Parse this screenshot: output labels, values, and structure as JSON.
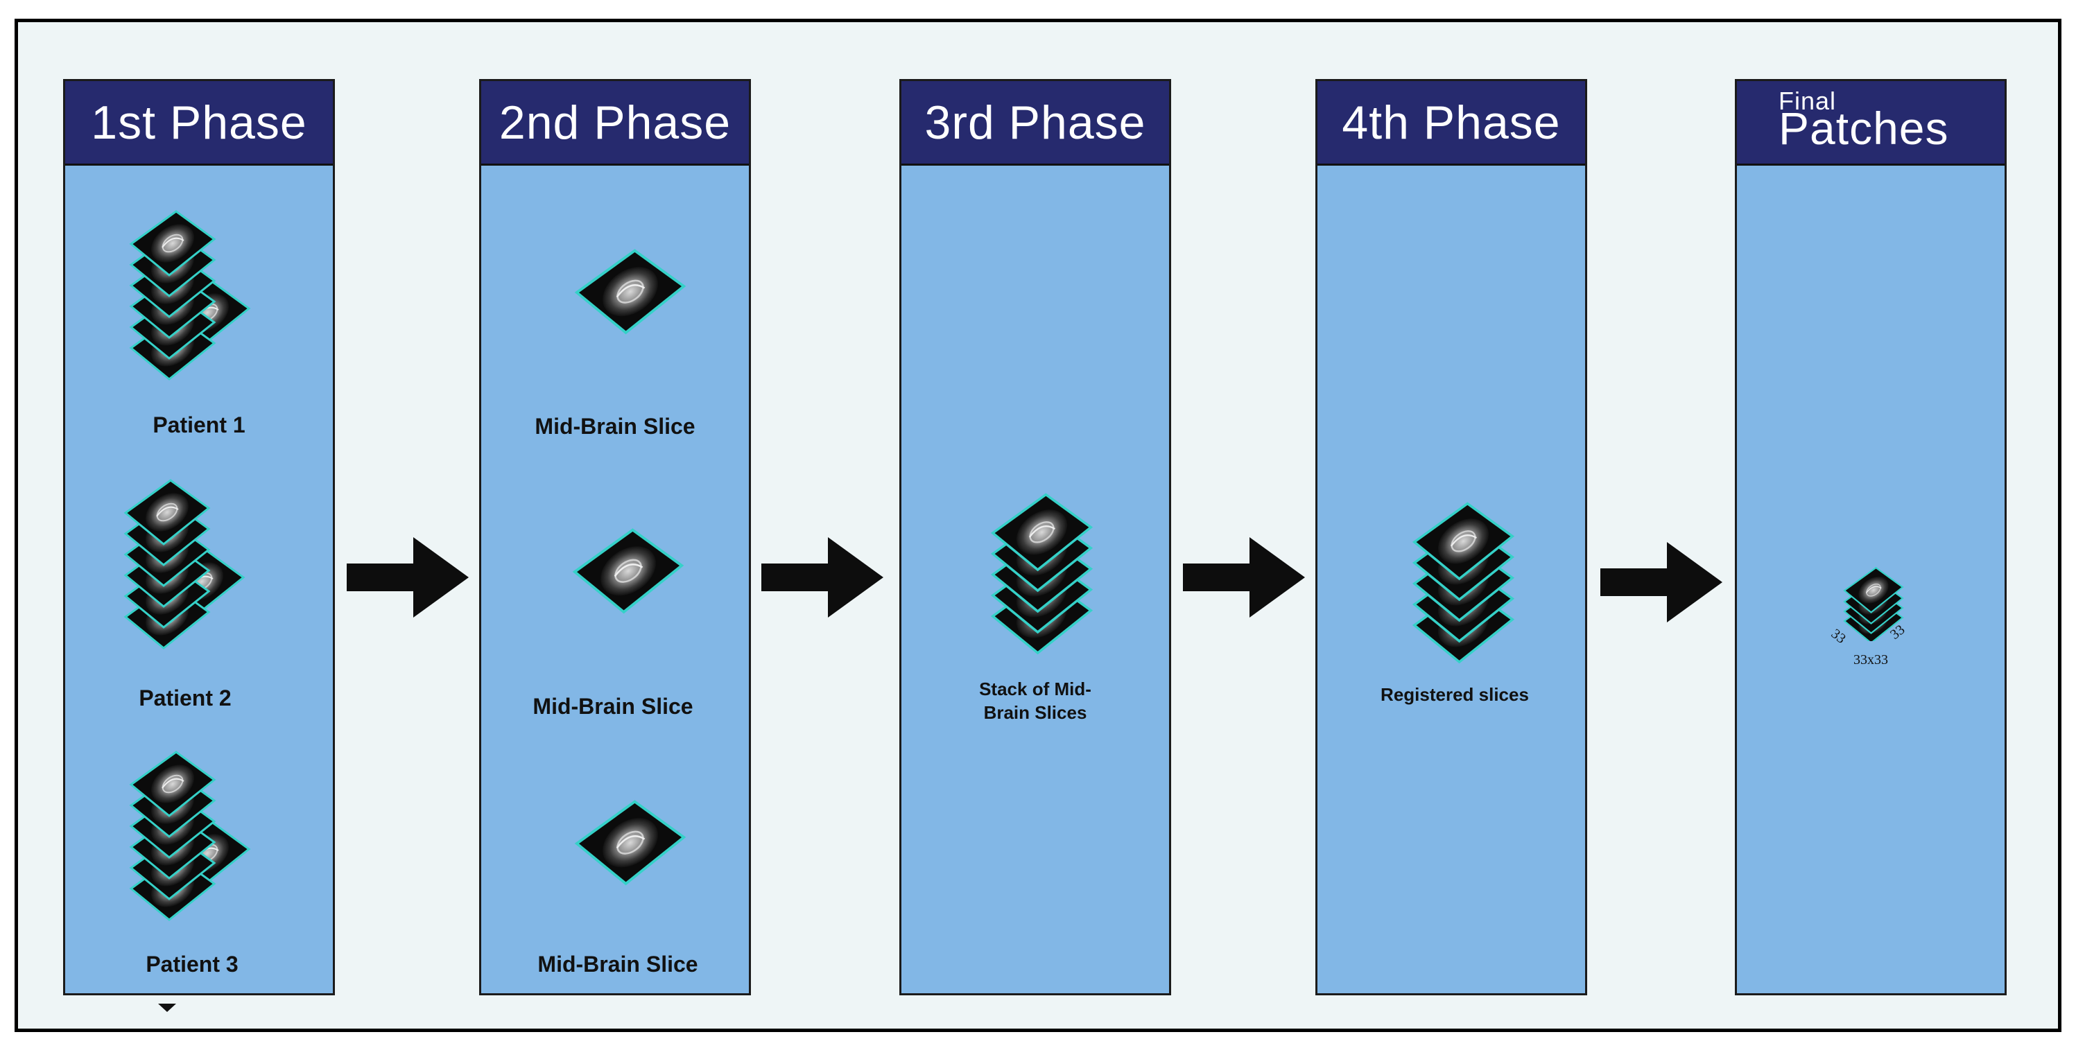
{
  "phases": [
    {
      "title": "1st Phase",
      "labels": [
        "Patient 1",
        "Patient 2",
        "Patient 3"
      ]
    },
    {
      "title": "2nd Phase",
      "labels": [
        "Mid-Brain Slice",
        "Mid-Brain Slice",
        "Mid-Brain Slice"
      ]
    },
    {
      "title": "3rd Phase",
      "labels": [
        "Stack of Mid-Brain Slices"
      ]
    },
    {
      "title": "4th Phase",
      "labels": [
        "Registered slices"
      ]
    },
    {
      "title_small": "Final",
      "title_big": "Patches",
      "labels": [
        "33x33"
      ],
      "dims": [
        "33",
        "33"
      ]
    }
  ],
  "colors": {
    "header": "#262a6e",
    "panel": "#82b7e6",
    "frame_bg": "#eef5f6",
    "slice_border": "#35d1c8",
    "arrow": "#0d0d0d"
  },
  "icons": [
    "mri-slice-stack-icon",
    "mri-slice-icon",
    "right-arrow-icon"
  ]
}
